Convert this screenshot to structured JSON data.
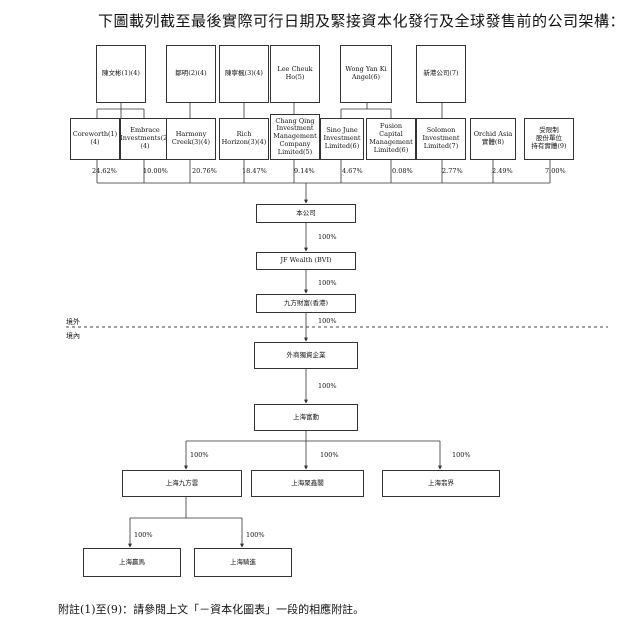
{
  "title": "下圖載列截至最後實際可行日期及緊接資本化發行及全球發售前的公司架構：",
  "top_boxes": {
    "chen_wenbin": "陳文彬(1)(4)",
    "zou_ming": "鄒明(2)(4)",
    "chen_ningfeng": "陳寧楓(3)(4)",
    "lee_cheuk_ho": "Lee Cheuk\nHo(5)",
    "wong_yan_ki": "Wong Yan Ki\nAngel(6)",
    "xin_gang": "新港公司(7)"
  },
  "holders": [
    {
      "name": "Coreworth(1)(4)",
      "pct": "24.62%"
    },
    {
      "name": "Embrace\nInvestments(2)(4)",
      "pct": "10.00%"
    },
    {
      "name": "Harmony\nCreek(3)(4)",
      "pct": "20.76%"
    },
    {
      "name": "Rich\nHorizon(3)(4)",
      "pct": "18.47%"
    },
    {
      "name": "Chang Qing\nInvestment\nManagement\nCompany\nLimited(5)",
      "pct": "9.14%"
    },
    {
      "name": "Sino June\nInvestment\nLimited(6)",
      "pct": "4.67%"
    },
    {
      "name": "Fusion Capital\nManagement\nLimited(6)",
      "pct": "0.08%"
    },
    {
      "name": "Solomon\nInvestment\nLimited(7)",
      "pct": "2.77%"
    },
    {
      "name": "Orchid Asia\n實體(8)",
      "pct": "2.49%"
    },
    {
      "name": "受限制\n股份單位\n持有實體(9)",
      "pct": "7.00%"
    }
  ],
  "chain": [
    {
      "name": "本公司",
      "pct_below": "100%"
    },
    {
      "name": "JF Wealth (BVI)",
      "pct_below": "100%"
    },
    {
      "name": "九方財富(香港)",
      "pct_below": "100%"
    },
    {
      "name": "外商獨資企業",
      "pct_below": "100%"
    },
    {
      "name": "上海富動"
    }
  ],
  "region_labels": {
    "outside": "境外",
    "inside": "境內"
  },
  "level4": [
    {
      "name": "上海九方雲",
      "pct": "100%"
    },
    {
      "name": "上海聚鑫閣",
      "pct": "100%"
    },
    {
      "name": "上海翡界",
      "pct": "100%"
    }
  ],
  "level5": [
    {
      "name": "上海贏馬",
      "pct": "100%"
    },
    {
      "name": "上海騎進",
      "pct": "100%"
    }
  ],
  "note": "附註(1)至(9)：請參閱上文「－資本化圖表」一段的相應附註。"
}
